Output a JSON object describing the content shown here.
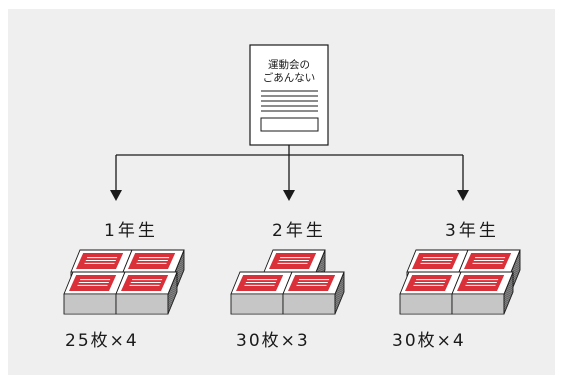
{
  "document": {
    "title_line1": "運動会の",
    "title_line2": "ごあんない"
  },
  "groups": [
    {
      "grade": "1年生",
      "count": "25枚×4",
      "stacks": 4
    },
    {
      "grade": "2年生",
      "count": "30枚×3",
      "stacks": 3
    },
    {
      "grade": "3年生",
      "count": "30枚×4",
      "stacks": 4
    }
  ],
  "colors": {
    "background": "#efefef",
    "line": "#1a1a1a",
    "accent": "#d9303a",
    "paper": "#ffffff"
  }
}
